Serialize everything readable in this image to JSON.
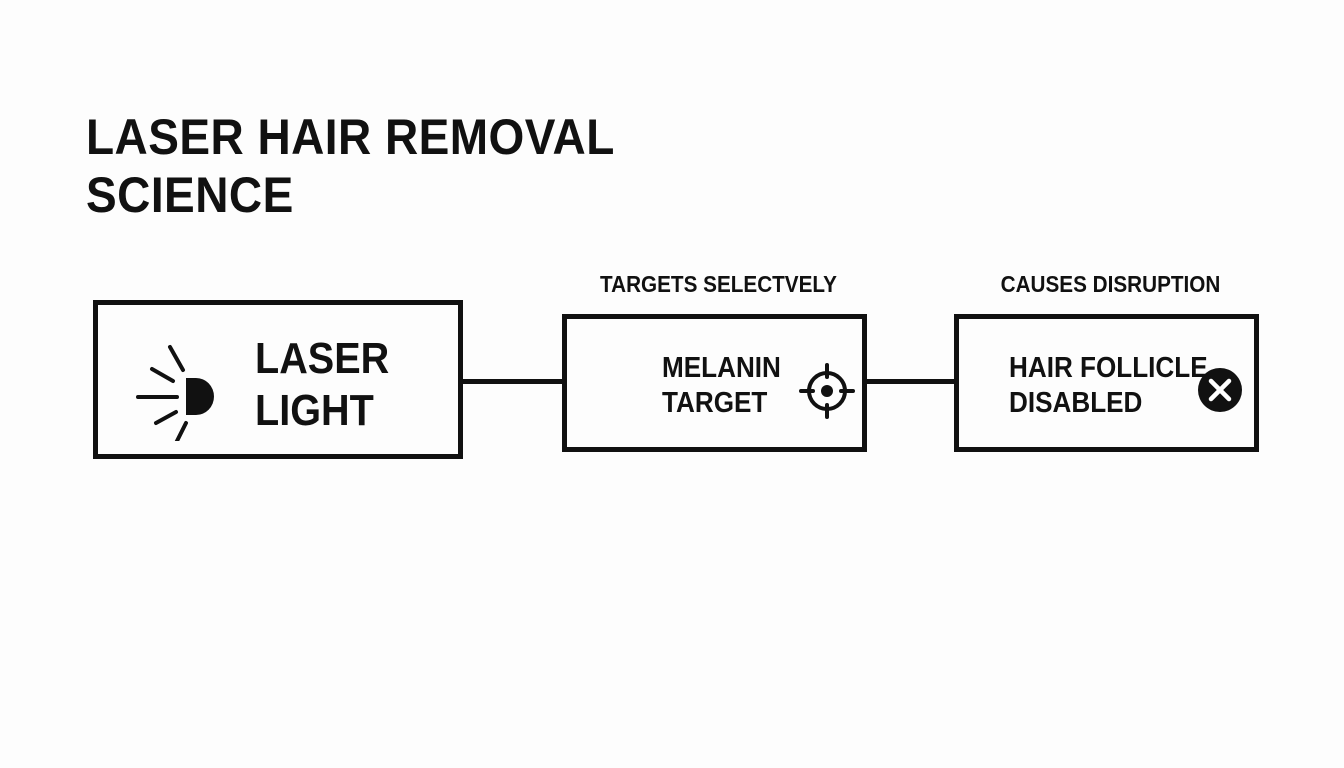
{
  "title": {
    "line1": "LASER HAIR REMOVAL",
    "line2": "SCIENCE"
  },
  "nodes": {
    "laser": {
      "line1": "LASER",
      "line2": "LIGHT",
      "icon": "light-emitter-icon"
    },
    "melanin": {
      "line1": "MELANIN",
      "line2": "TARGET",
      "icon": "crosshair-icon"
    },
    "follicle": {
      "line1": "HAIR FOLLICLE",
      "line2": "DISABLED",
      "icon": "x-circle-icon"
    }
  },
  "edges": {
    "laser_to_melanin": "TARGETS SELECTVELY",
    "melanin_to_follicle": "CAUSES DISRUPTION"
  },
  "colors": {
    "ink": "#111111",
    "background": "#fdfdfd"
  }
}
